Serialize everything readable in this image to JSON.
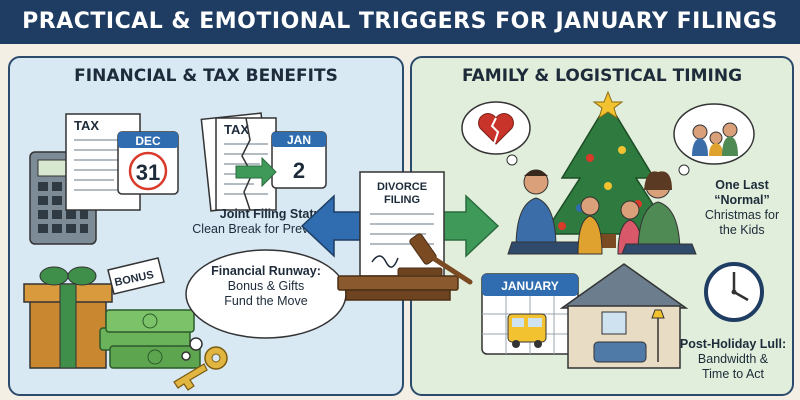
{
  "banner": {
    "title": "PRACTICAL & EMOTIONAL TRIGGERS FOR JANUARY FILINGS"
  },
  "left_panel": {
    "title": "FINANCIAL & TAX BENEFITS",
    "tax_label_1": "TAX",
    "tax_label_2": "TAX",
    "cal_dec_month": "DEC",
    "cal_dec_day": "31",
    "cal_jan_month": "JAN",
    "cal_jan_day": "2",
    "bonus_tag": "BONUS",
    "joint_filing": {
      "title": "Joint Filing Status:",
      "desc": "Clean Break for Previous Year"
    },
    "runway": {
      "title": "Financial Runway:",
      "desc1": "Bonus & Gifts",
      "desc2": "Fund the Move"
    }
  },
  "center": {
    "doc_line1": "DIVORCE",
    "doc_line2": "FILING"
  },
  "right_panel": {
    "title": "FAMILY & LOGISTICAL TIMING",
    "normal": {
      "l1": "One Last",
      "l2": "“Normal”",
      "l3": "Christmas for",
      "l4": "the Kids"
    },
    "calendar_label": "JANUARY",
    "lull": {
      "title": "Post-Holiday Lull:",
      "desc1": "Bandwidth &",
      "desc2": "Time to Act"
    }
  }
}
